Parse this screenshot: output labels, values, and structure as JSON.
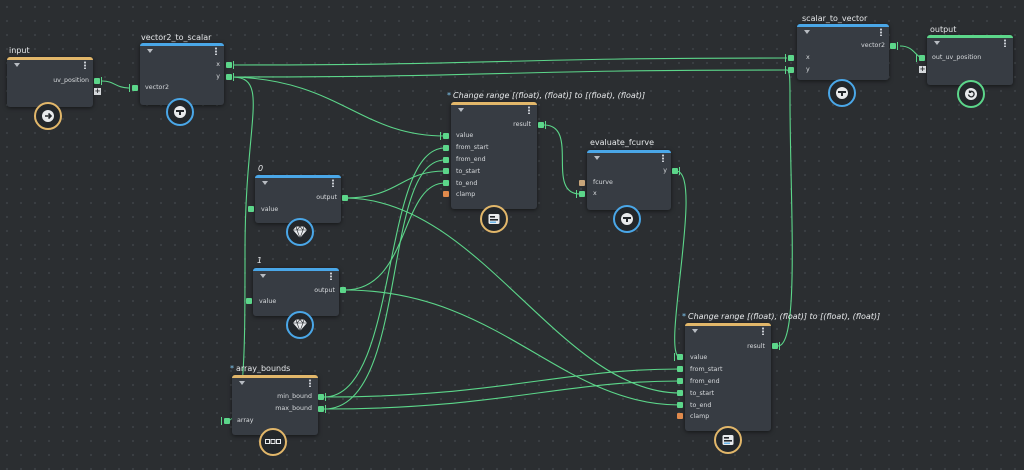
{
  "nodes": {
    "input": {
      "title": "input",
      "port_uv_position": "uv_position"
    },
    "v2s": {
      "title": "vector2_to_scalar",
      "port_x": "x",
      "port_y": "y",
      "port_vector2": "vector2"
    },
    "s2v": {
      "title": "scalar_to_vector",
      "port_vector2": "vector2",
      "port_x": "x",
      "port_y": "y"
    },
    "output": {
      "title": "output",
      "port_out_uv_position": "out_uv_position"
    },
    "cr1": {
      "title": "Change range [(float), (float)] to [(float), (float)]",
      "port_result": "result",
      "ports": [
        "value",
        "from_start",
        "from_end",
        "to_start",
        "to_end",
        "clamp"
      ]
    },
    "fcurve": {
      "title": "evaluate_fcurve",
      "port_y": "y",
      "port_fcurve": "fcurve",
      "port_x": "x"
    },
    "const0": {
      "title": "0",
      "port_output": "output",
      "port_value": "value"
    },
    "const1": {
      "title": "1",
      "port_output": "output",
      "port_value": "value"
    },
    "bounds": {
      "title": "array_bounds",
      "port_min": "min_bound",
      "port_max": "max_bound",
      "port_array": "array"
    },
    "cr2": {
      "title": "Change range [(float), (float)] to [(float), (float)]",
      "port_result": "result",
      "ports": [
        "value",
        "from_start",
        "from_end",
        "to_start",
        "to_end",
        "clamp"
      ]
    }
  },
  "colors": {
    "background": "#2b2e31",
    "node_body": "#373c43",
    "header_input": "#e2b76a",
    "header_compound": "#4aa7e8",
    "header_output": "#5cd68a",
    "wire": "#5cd68a",
    "port_clamp": "#e08a4c"
  },
  "icons": {
    "input": "arrow-right-icon",
    "vector2_to_scalar": "split-icon",
    "scalar_to_vector": "merge-icon",
    "output": "arrow-circle-icon",
    "change_range": "change-range-icon",
    "evaluate_fcurve": "split-icon",
    "constant": "diamond-icon",
    "array_bounds": "array-icon"
  }
}
